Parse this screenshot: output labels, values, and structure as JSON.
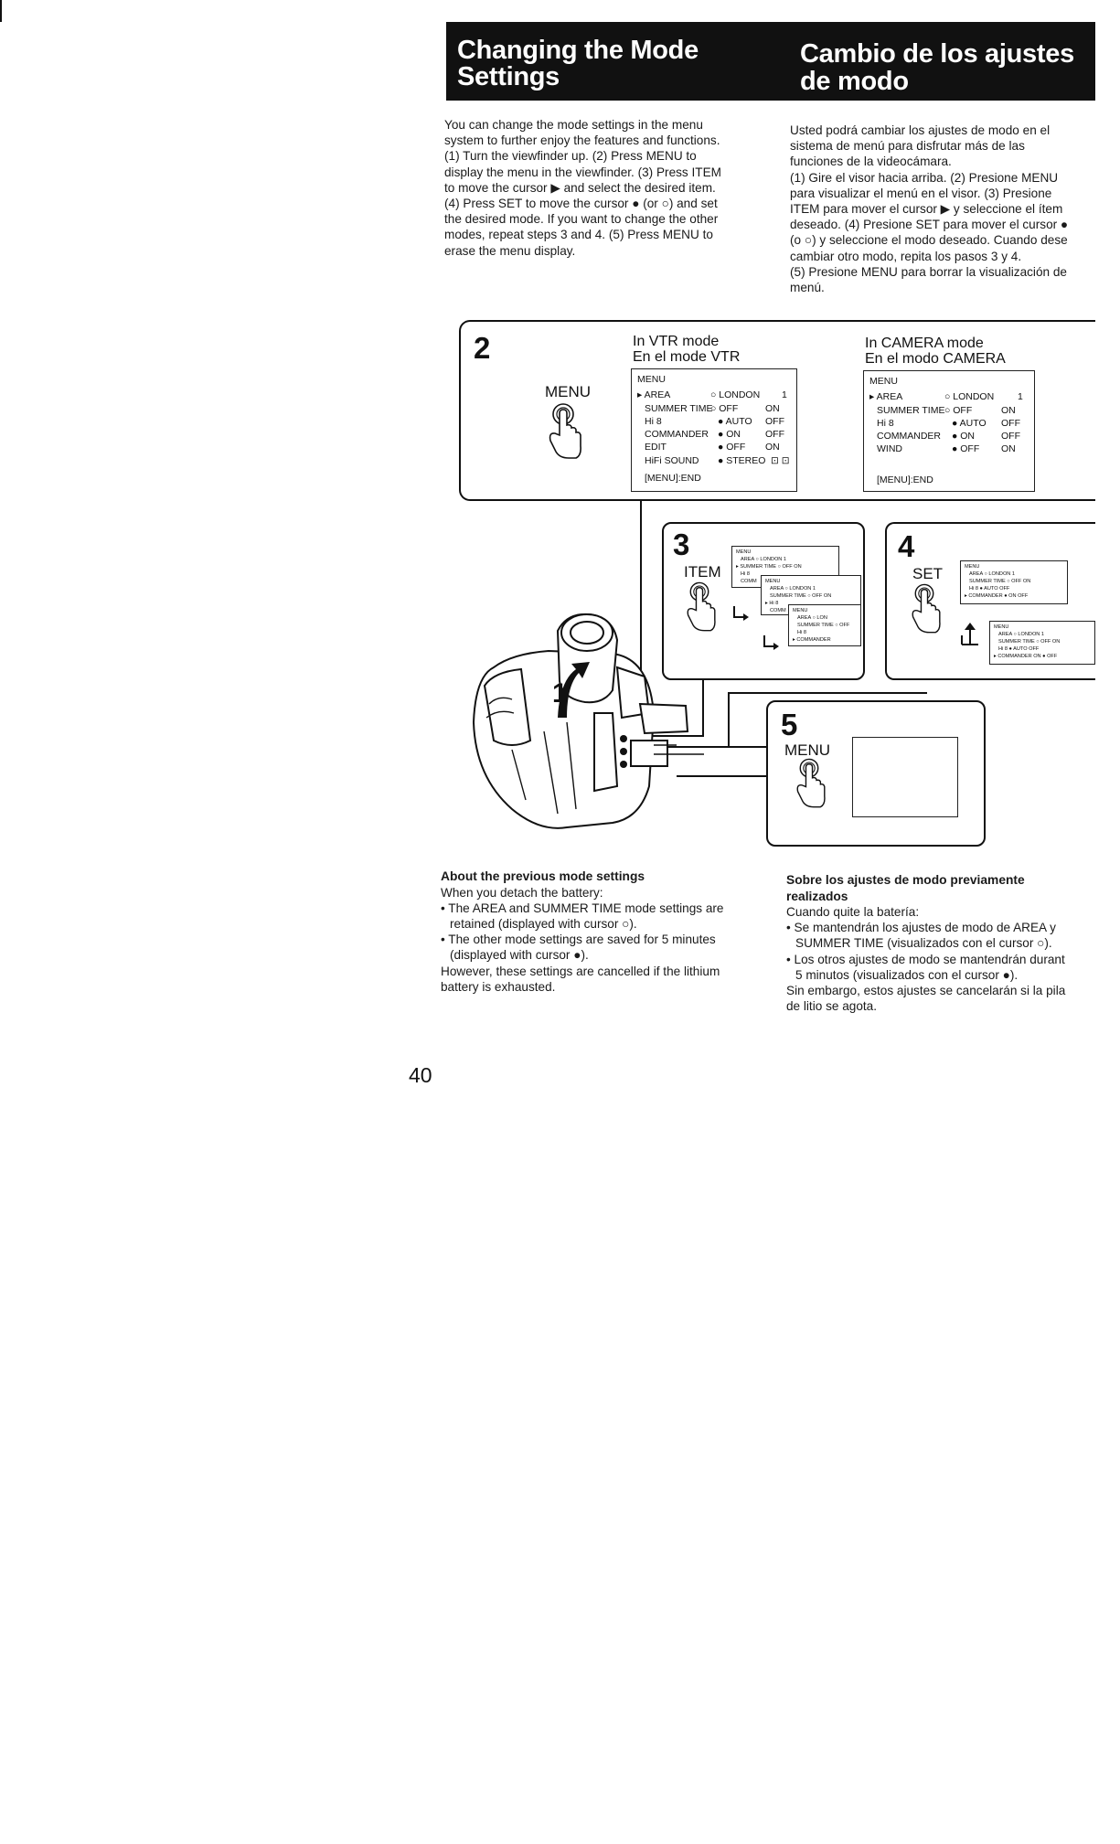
{
  "header": {
    "title_en_1": "Changing the Mode",
    "title_en_2": "Settings",
    "title_es_1": "Cambio de los ajustes",
    "title_es_2": "de modo"
  },
  "intro_en": [
    "You can change the mode settings in the menu",
    "system to further enjoy the features and functions.",
    "(1) Turn the viewfinder up. (2) Press MENU to",
    "display the menu in the viewfinder. (3) Press ITEM",
    "to move the cursor ▶ and select the desired item.",
    "(4) Press SET to move the cursor ● (or ○) and set",
    "the desired mode. If you want to change the other",
    "modes, repeat steps 3 and 4. (5) Press MENU to",
    "erase the menu display."
  ],
  "intro_es": [
    "Usted podrá cambiar los ajustes de modo en el",
    "sistema de menú para disfrutar más de las",
    "funciones de la videocámara.",
    "(1) Gire el visor hacia arriba. (2) Presione MENU",
    "para visualizar el menú en el visor. (3) Presione",
    "ITEM para mover el cursor ▶ y seleccione el ítem",
    "deseado. (4) Presione SET para mover el cursor ●",
    "(o ○) y seleccione el modo deseado. Cuando dese",
    "cambiar otro modo, repita los pasos 3 y 4.",
    "(5) Presione MENU para borrar la visualización de",
    "menú."
  ],
  "step2": {
    "number": "2",
    "button": "MENU",
    "vtr_title_1": "In VTR mode",
    "vtr_title_2": "En el mode VTR",
    "cam_title_1": "In CAMERA mode",
    "cam_title_2": "En el modo CAMERA",
    "vtr_menu": {
      "header": "MENU",
      "rows": [
        [
          "▸ AREA",
          "○ LONDON",
          "1"
        ],
        [
          "SUMMER TIME",
          "○ OFF",
          "ON"
        ],
        [
          "Hi 8",
          "● AUTO",
          "OFF"
        ],
        [
          "COMMANDER",
          "● ON",
          "OFF"
        ],
        [
          "EDIT",
          "● OFF",
          "ON"
        ],
        [
          "HiFi SOUND",
          "● STEREO",
          "⊡ ⊡"
        ]
      ],
      "footer": "[MENU]:END"
    },
    "cam_menu": {
      "header": "MENU",
      "rows": [
        [
          "▸ AREA",
          "○ LONDON",
          "1"
        ],
        [
          "SUMMER TIME",
          "○ OFF",
          "ON"
        ],
        [
          "Hi 8",
          "● AUTO",
          "OFF"
        ],
        [
          "COMMANDER",
          "● ON",
          "OFF"
        ],
        [
          "WIND",
          "● OFF",
          "ON"
        ]
      ],
      "footer": "[MENU]:END"
    }
  },
  "step3": {
    "number": "3",
    "button": "ITEM",
    "mini1": [
      "MENU",
      "AREA   ○ LONDON 1",
      "▸ SUMMER TIME ○ OFF  ON",
      "Hi 8",
      "COMM"
    ],
    "mini2": [
      "MENU",
      "AREA   ○ LONDON 1",
      "SUMMER TIME ○ OFF  ON",
      "▸ Hi 8",
      "COMM"
    ],
    "mini3": [
      "MENU",
      "AREA   ○ LON",
      "SUMMER TIME ○ OFF",
      "Hi 8",
      "▸ COMMANDER"
    ]
  },
  "step4": {
    "number": "4",
    "button": "SET",
    "mini1": [
      "MENU",
      "AREA   ○ LONDON 1",
      "SUMMER TIME ○ OFF  ON",
      "Hi 8   ● AUTO  OFF",
      "▸ COMMANDER ● ON  OFF"
    ],
    "mini2": [
      "MENU",
      "AREA   ○ LONDON 1",
      "SUMMER TIME ○ OFF  ON",
      "Hi 8   ● AUTO  OFF",
      "▸ COMMANDER  ON  ● OFF"
    ]
  },
  "step5": {
    "number": "5",
    "button": "MENU"
  },
  "step1": {
    "number": "1"
  },
  "about_en": {
    "heading": "About the previous mode settings",
    "lines": [
      "When you detach the battery:",
      "• The AREA and SUMMER TIME mode settings are",
      "   retained (displayed with cursor ○).",
      "• The other mode settings are saved for 5 minutes",
      "   (displayed with cursor ●).",
      "However, these settings are cancelled if the lithium",
      "battery is exhausted."
    ]
  },
  "about_es": {
    "heading_1": "Sobre los ajustes de modo previamente",
    "heading_2": "realizados",
    "lines": [
      "Cuando quite la batería:",
      "• Se mantendrán los ajustes de modo de AREA y",
      "   SUMMER TIME (visualizados con el cursor ○).",
      "• Los otros ajustes de modo se mantendrán durant",
      "   5 minutos (visualizados con el cursor ●).",
      "Sin embargo, estos ajustes se cancelarán si la pila",
      "de litio se agota."
    ]
  },
  "page_number": "40"
}
